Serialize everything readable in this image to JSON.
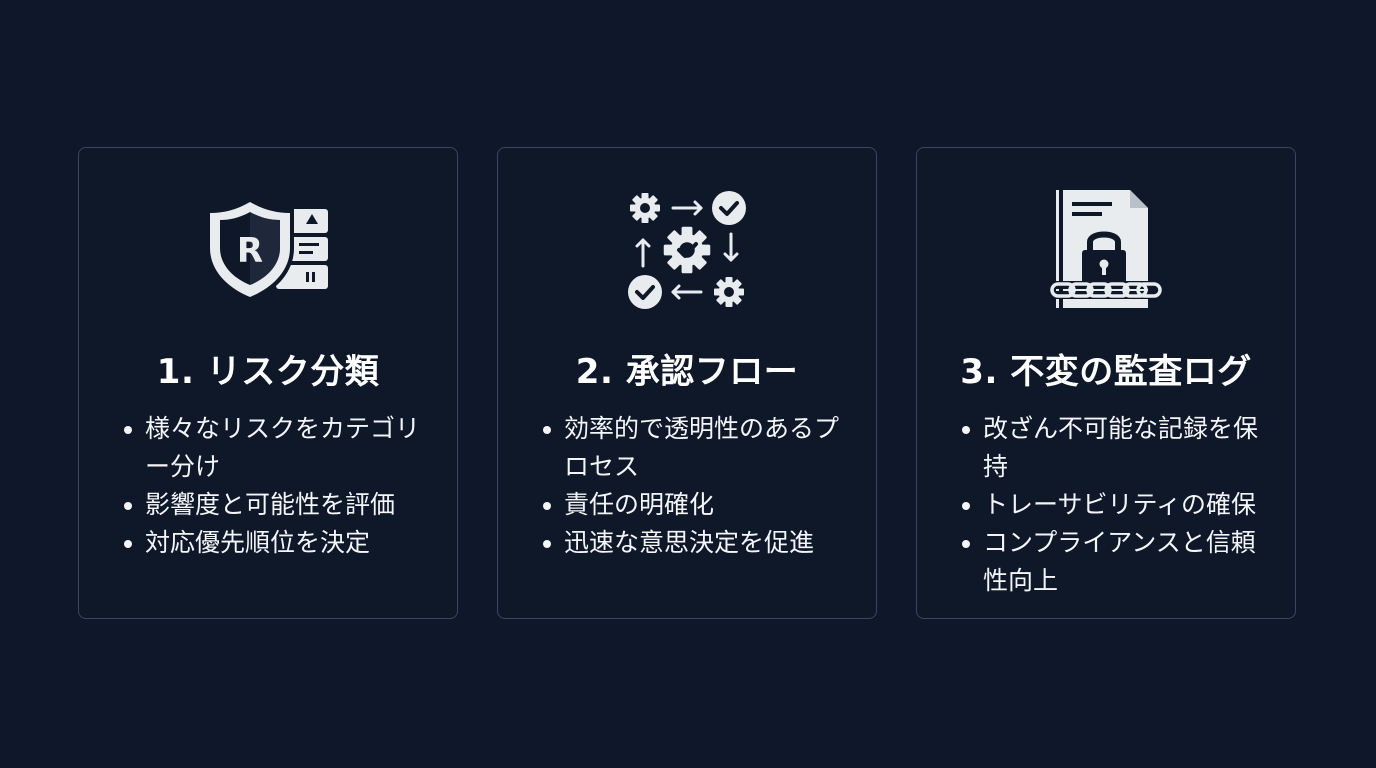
{
  "cards": [
    {
      "title": "1. リスク分類",
      "icon": "shield-risk-icon",
      "bullets": [
        "様々なリスクをカテゴリー分け",
        "影響度と可能性を評価",
        "対応優先順位を決定"
      ]
    },
    {
      "title": "2. 承認フロー",
      "icon": "approval-workflow-icon",
      "bullets": [
        "効率的で透明性のあるプロセス",
        "責任の明確化",
        "迅速な意思決定を促進"
      ]
    },
    {
      "title": "3. 不変の監査ログ",
      "icon": "locked-document-icon",
      "bullets": [
        "改ざん不可能な記録を保持",
        "トレーサビリティの確保",
        "コンプライアンスと信頼性向上"
      ]
    }
  ],
  "icon_letters": {
    "shield": "R"
  },
  "colors": {
    "background": "#0f182a",
    "card_border": "#3c4658",
    "icon": "#e9ecef",
    "text": "#f3f5f8"
  }
}
